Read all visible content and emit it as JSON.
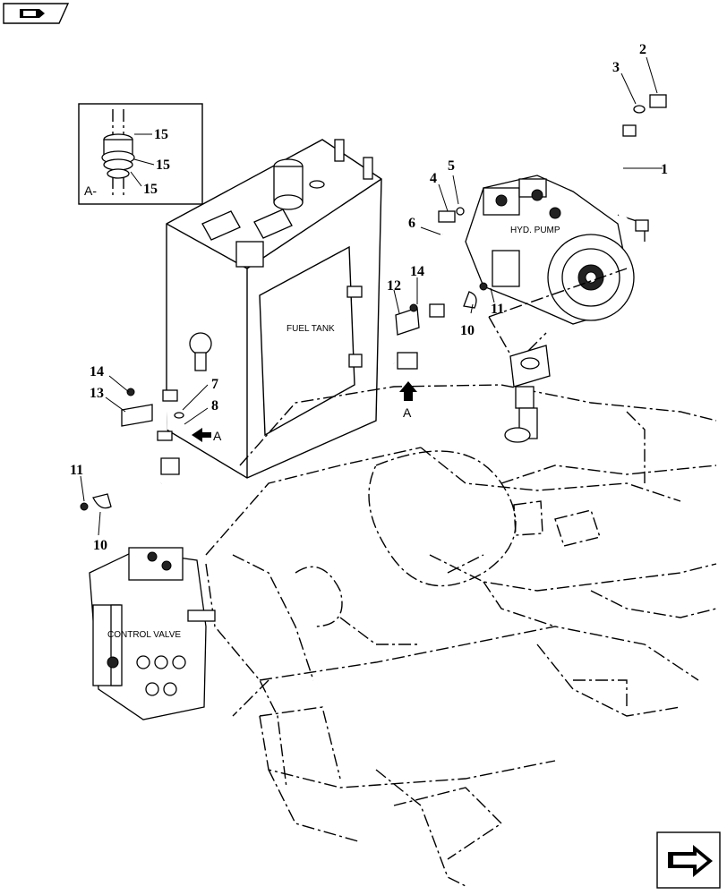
{
  "components": {
    "fuel_tank": "FUEL TANK",
    "hyd_pump": "HYD. PUMP",
    "control_valve": "CONTROL VALVE"
  },
  "view": {
    "detail_label": "A-",
    "arrow_label_upper": "A",
    "arrow_label_lower": "A"
  },
  "callouts": {
    "c1": "1",
    "c2": "2",
    "c3": "3",
    "c4": "4",
    "c5": "5",
    "c6": "6",
    "c7": "7",
    "c8": "8",
    "c10a": "10",
    "c10b": "10",
    "c11a": "11",
    "c11b": "11",
    "c12": "12",
    "c13": "13",
    "c14a": "14",
    "c14b": "14",
    "c15a": "15",
    "c15b": "15",
    "c15c": "15"
  },
  "icons": {
    "top_left": "book-nav-icon",
    "bottom_right": "next-page-arrow-icon"
  }
}
